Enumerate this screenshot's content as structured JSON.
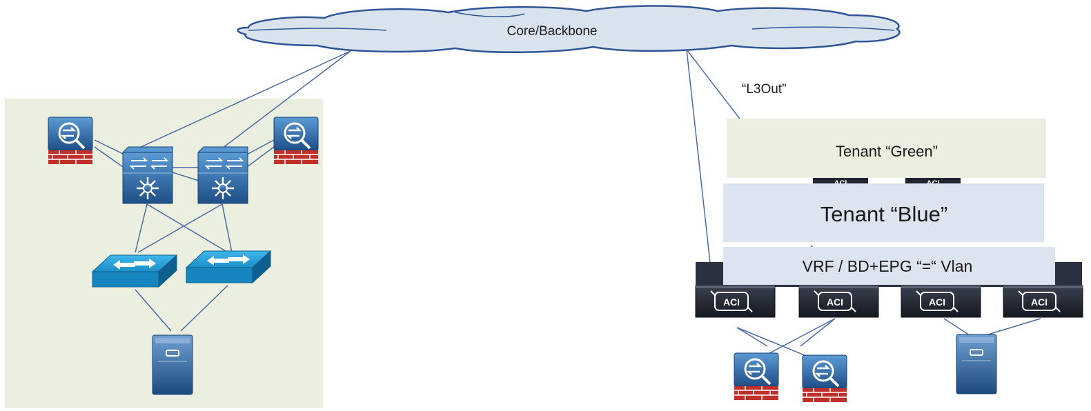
{
  "cloud": {
    "label": "Core/Backbone"
  },
  "l3out": {
    "label": "“L3Out”"
  },
  "tenants": {
    "green": "Tenant “Green”",
    "blue": "Tenant “Blue”",
    "vrf": "VRF / BD+EPG “=“ Vlan"
  },
  "aci_badge": "ACI",
  "colors": {
    "legacy_panel": "#ebefe0",
    "cloud_fill": "#d9e3ee",
    "cloud_stroke": "#2f5597",
    "link": "#4a6aa5",
    "tenant_green": "#ebefe0",
    "tenant_blue": "#dce4f0",
    "device_blue": "#2e6db4",
    "firewall_red": "#c0302a",
    "aci_switch": "#1f2430"
  },
  "icons": [
    "firewall-icon",
    "nexus-switch-icon",
    "access-switch-icon",
    "server-icon",
    "aci-leaf-switch-icon"
  ]
}
